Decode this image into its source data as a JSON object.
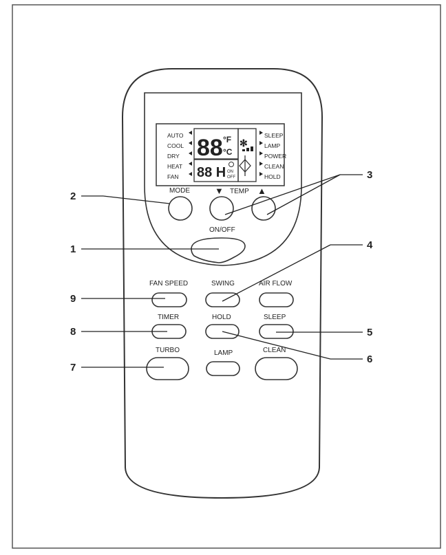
{
  "display": {
    "modes": [
      "AUTO",
      "COOL",
      "DRY",
      "HEAT",
      "FAN"
    ],
    "right_labels": [
      "SLEEP",
      "LAMP",
      "POWER",
      "CLEAN",
      "HOLD"
    ],
    "temp_digits": "88",
    "unit_f": "°F",
    "unit_c": "°C",
    "timer_digits": "88 H",
    "on_label": "ON",
    "off_label": "OFF"
  },
  "buttons": {
    "mode": "MODE",
    "temp": "TEMP",
    "temp_down_symbol": "▼",
    "temp_up_symbol": "▲",
    "onoff": "ON/OFF",
    "fan_speed": "FAN SPEED",
    "swing": "SWING",
    "air_flow": "AIR FLOW",
    "timer": "TIMER",
    "hold": "HOLD",
    "sleep": "SLEEP",
    "turbo": "TURBO",
    "lamp": "LAMP",
    "clean": "CLEAN"
  },
  "callouts": {
    "n1": "1",
    "n2": "2",
    "n3": "3",
    "n4": "4",
    "n5": "5",
    "n6": "6",
    "n7": "7",
    "n8": "8",
    "n9": "9"
  }
}
